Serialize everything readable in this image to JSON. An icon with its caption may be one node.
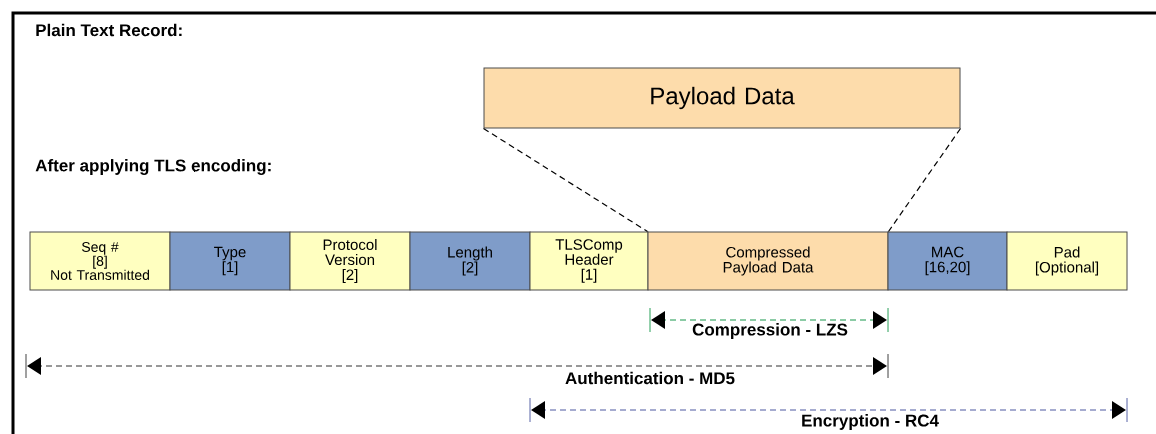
{
  "diagram": {
    "nodes": [
      {
        "text": [
          "Payload Data"
        ]
      },
      {
        "text": [
          "Seq #",
          "[8]",
          "Not Transmitted"
        ]
      },
      {
        "text": [
          "Type",
          "[1]"
        ]
      },
      {
        "text": [
          "Protocol Version",
          "[2]"
        ]
      },
      {
        "text": [
          "Length",
          "[2]"
        ]
      },
      {
        "text": [
          "TLSComp Header",
          "[1]"
        ]
      },
      {
        "text": [
          "Compressed Payload Data"
        ]
      },
      {
        "text": [
          "MAC",
          "[16,20]"
        ]
      },
      {
        "text": [
          "Pad",
          "[Optional]"
        ]
      }
    ],
    "edges": [
      {
        "from": 0,
        "to": 6,
        "arrow": "none",
        "style": "dashed"
      },
      {
        "from": 0,
        "to": 6,
        "arrow": "none",
        "style": "dashed"
      }
    ],
    "labels": [
      "Plain Text Record:",
      "After applying TLS encoding:",
      "Compression - LZS",
      "Authentication - MD5",
      "Encryption - RC4"
    ]
  }
}
